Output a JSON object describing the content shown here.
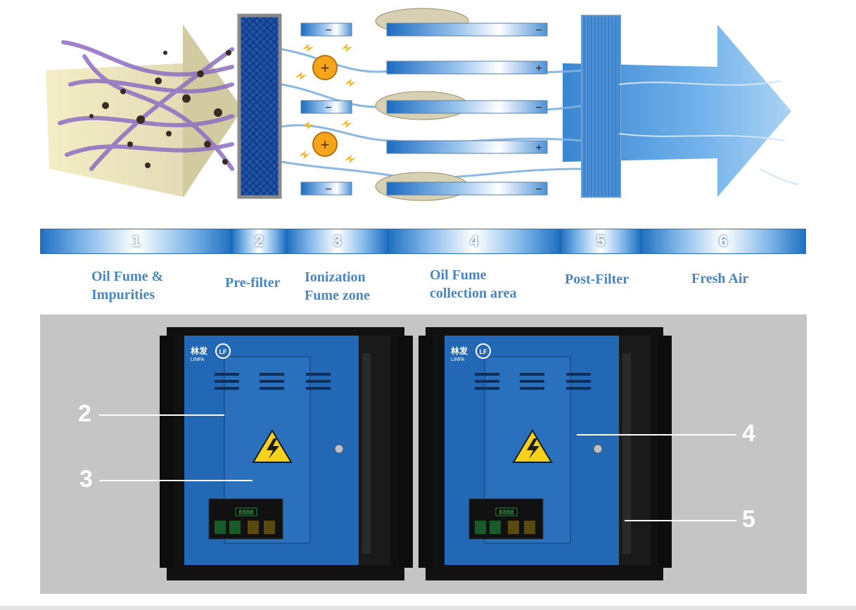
{
  "stages": [
    {
      "number": "1",
      "label_lines": [
        "Oil Fume &",
        "Impurities"
      ]
    },
    {
      "number": "2",
      "label_lines": [
        "Pre-filter"
      ]
    },
    {
      "number": "3",
      "label_lines": [
        "Ionization",
        "Fume zone"
      ]
    },
    {
      "number": "4",
      "label_lines": [
        "Oil Fume",
        "collection area"
      ]
    },
    {
      "number": "5",
      "label_lines": [
        "Post-Filter"
      ]
    },
    {
      "number": "6",
      "label_lines": [
        "Fresh Air"
      ]
    }
  ],
  "plate_signs": [
    "−",
    "−",
    "−",
    "+",
    "−",
    "+",
    "−"
  ],
  "ion_charge": "+",
  "brand": {
    "cn": "林发",
    "en": "LINFA",
    "mark": "LF"
  },
  "display_digits": "8888",
  "callouts": [
    "2",
    "3",
    "4",
    "5"
  ],
  "colors": {
    "label": "#4a86c2",
    "unit_blue": "#2368b5",
    "panel_gray": "#c5c5c5",
    "fiber_purple": "#8d6fc1"
  }
}
